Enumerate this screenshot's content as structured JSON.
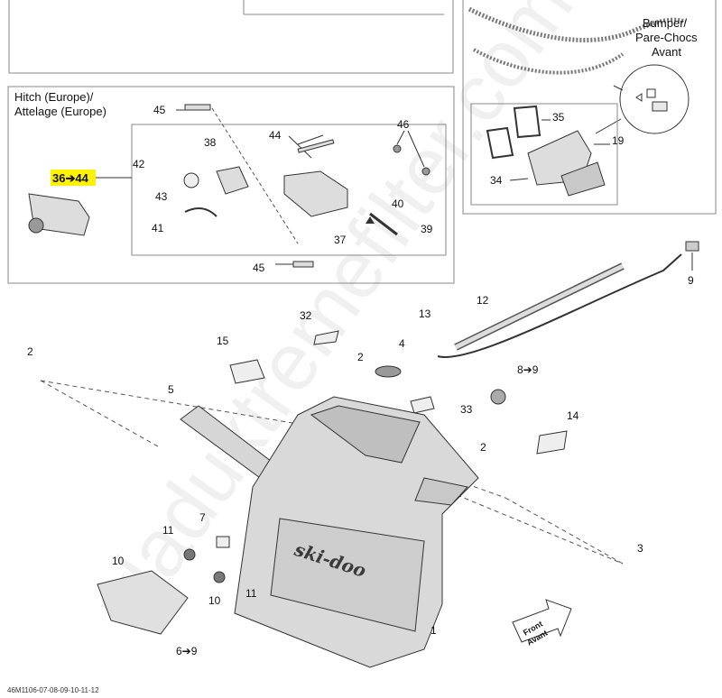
{
  "colors": {
    "highlight": "#fff200",
    "line": "#333333",
    "frame": "#888888"
  },
  "bumper_label": [
    "Bumper/",
    "Pare-Chocs",
    "Avant"
  ],
  "hitch_label": [
    "Hitch (Europe)/",
    "Attelage (Europe)"
  ],
  "hitch_callout": "36➔44",
  "front_label": [
    "Front",
    "Avant"
  ],
  "logo_text": "ski-doo",
  "watermark": "vladuxtremefilter.com",
  "footer_code": "46M1106-07-08-09-10-11-12",
  "parts": {
    "p45a": "45",
    "p44": "44",
    "p46": "46",
    "p38": "38",
    "p42": "42",
    "p43": "43",
    "p40": "40",
    "p41": "41",
    "p39": "39",
    "p37": "37",
    "p45b": "45",
    "p35": "35",
    "p19": "19",
    "p34": "34",
    "p9": "9",
    "p12": "12",
    "p13": "13",
    "p32": "32",
    "p15": "15",
    "p2a": "2",
    "p4": "4",
    "p2b": "2",
    "p5": "5",
    "p89": "8➔9",
    "p33": "33",
    "p2c": "2",
    "p14": "14",
    "p11a": "11",
    "p7": "7",
    "p10a": "10",
    "p10b": "10",
    "p11b": "11",
    "p3": "3",
    "p1": "1",
    "p69": "6➔9"
  }
}
